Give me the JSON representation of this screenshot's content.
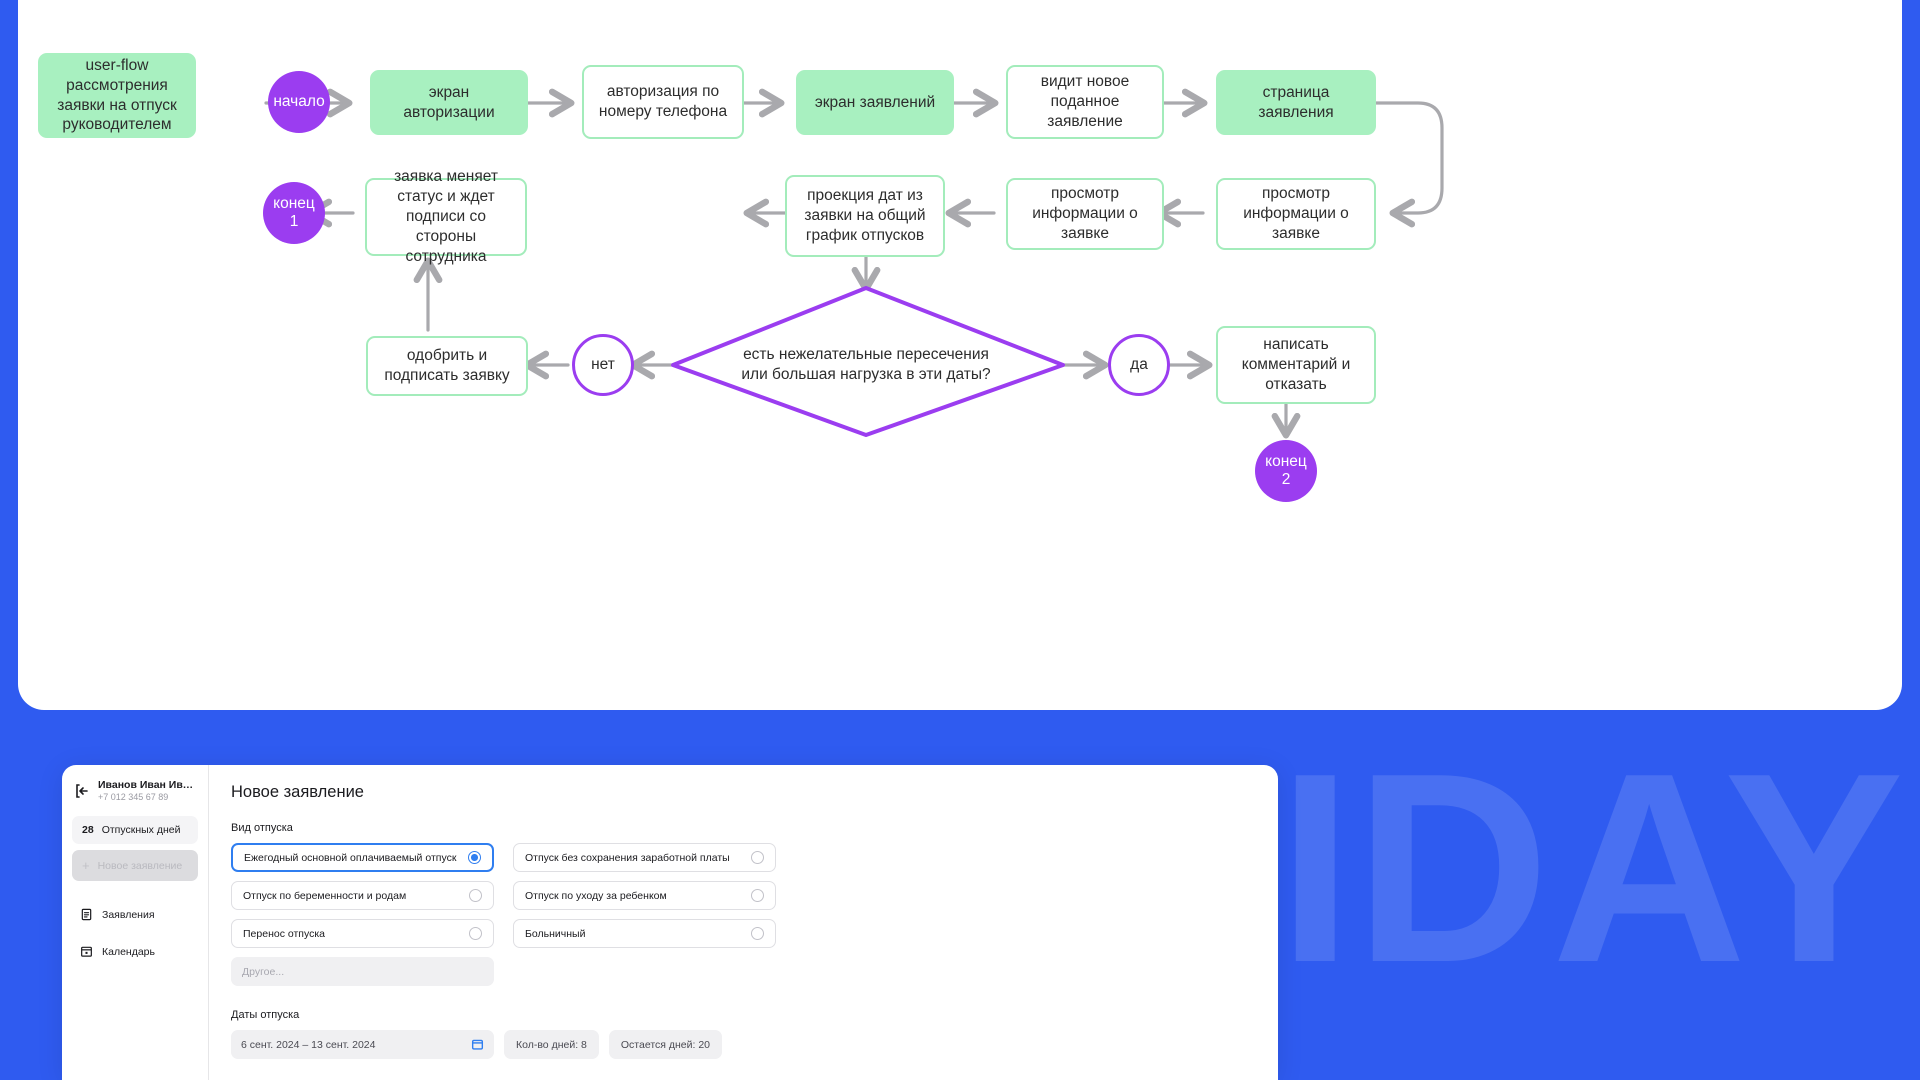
{
  "diagram": {
    "title": "user-flow рассмотрения заявки на отпуск руководителем",
    "nodes": {
      "start": "начало",
      "auth_screen": "экран авторизации",
      "auth_phone": "авторизация по номеру телефона",
      "apps_screen": "экран заявлений",
      "sees_new": "видит новое поданное заявление",
      "app_page": "страница заявления",
      "view_info_1": "просмотр информации о заявке",
      "view_info_2": "просмотр информации о заявке",
      "projection": "проекция дат из заявки на общий график отпусков",
      "decision": "есть нежелательные пересечения или большая нагрузка в эти даты?",
      "no": "нет",
      "yes": "да",
      "approve": "одобрить и подписать заявку",
      "status_change": "заявка меняет статус и ждет подписи со стороны сотрудника",
      "end1": "конец 1",
      "end1_line1": "конец",
      "end1_line2": "1",
      "reject": "написать комментарий и отказать",
      "end2_line1": "конец",
      "end2_line2": "2"
    },
    "colors": {
      "green_fill": "#a8f0c0",
      "green_border": "#a3ecbb",
      "purple": "#9b3df0",
      "arrow_gray": "#a9a9ad"
    }
  },
  "watermark": "IDAY",
  "app": {
    "sidebar": {
      "user_name": "Иванов Иван Ива...",
      "user_phone": "+7 012 345 67 89",
      "days_count": "28",
      "days_label": "Отпускных дней",
      "new_request": "Новое заявление",
      "plus": "+",
      "nav": [
        {
          "label": "Заявления",
          "icon": "document-icon"
        },
        {
          "label": "Календарь",
          "icon": "calendar-icon"
        }
      ]
    },
    "main": {
      "title": "Новое заявление",
      "vacation_type_label": "Вид отпуска",
      "options": [
        {
          "label": "Ежегодный основной оплачиваемый отпуск",
          "selected": true
        },
        {
          "label": "Отпуск без сохранения заработной платы",
          "selected": false
        },
        {
          "label": "Отпуск по беременности и родам",
          "selected": false
        },
        {
          "label": "Отпуск по уходу за ребенком",
          "selected": false
        },
        {
          "label": "Перенос отпуска",
          "selected": false
        },
        {
          "label": "Больничный",
          "selected": false
        }
      ],
      "other_placeholder": "Другое...",
      "dates_label": "Даты отпуска",
      "date_range": "6 сент. 2024 – 13 сент. 2024",
      "days_total": "Кол-во дней: 8",
      "days_left": "Остается дней: 20"
    }
  }
}
